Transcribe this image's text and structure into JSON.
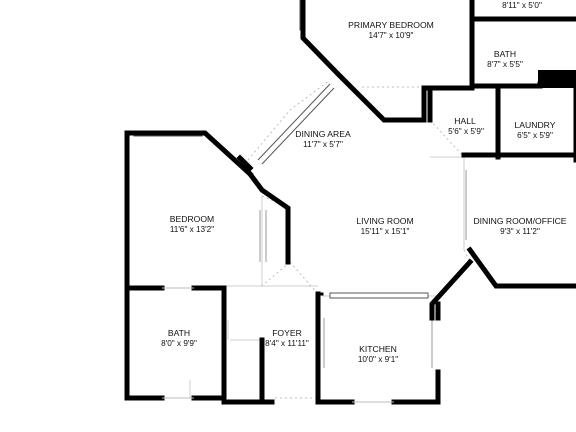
{
  "rooms": {
    "primary_bedroom": {
      "name": "PRIMARY BEDROOM",
      "dims": "14'7\" x 10'9\""
    },
    "closet_top": {
      "name": "",
      "dims": "8'11\" x 5'0\""
    },
    "bath_upper": {
      "name": "BATH",
      "dims": "8'7\" x 5'5\""
    },
    "hall": {
      "name": "HALL",
      "dims": "5'6\" x 5'9\""
    },
    "laundry": {
      "name": "LAUNDRY",
      "dims": "6'5\" x 5'9\""
    },
    "dining_area": {
      "name": "DINING AREA",
      "dims": "11'7\" x 5'7\""
    },
    "bedroom": {
      "name": "BEDROOM",
      "dims": "11'6\" x 13'2\""
    },
    "living_room": {
      "name": "LIVING ROOM",
      "dims": "15'11\" x 15'1\""
    },
    "dining_office": {
      "name": "DINING ROOM/OFFICE",
      "dims": "9'3\" x 11'2\""
    },
    "bath_lower": {
      "name": "BATH",
      "dims": "8'0\" x 9'9\""
    },
    "foyer": {
      "name": "FOYER",
      "dims": "8'4\" x 11'11\""
    },
    "kitchen": {
      "name": "KITCHEN",
      "dims": "10'0\" x 9'1\""
    }
  }
}
